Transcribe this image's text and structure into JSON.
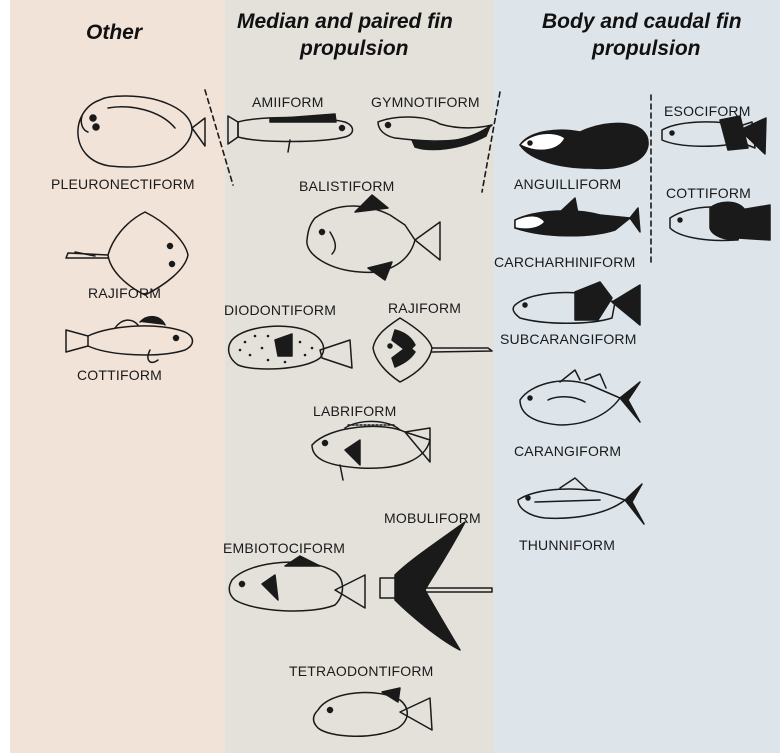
{
  "colors": {
    "other_bg": "#f2e3d8",
    "median_bg": "#e3e1da",
    "body_bg": "#dde5eb",
    "ink": "#1a1a1a"
  },
  "columns": {
    "other": {
      "title": "Other"
    },
    "median": {
      "title_line1": "Median and paired fin",
      "title_line2": "propulsion"
    },
    "body": {
      "title_line1": "Body and caudal fin",
      "title_line2": "propulsion"
    }
  },
  "labels": {
    "pleuronectiform": "PLEURONECTIFORM",
    "rajiform_other": "RAJIFORM",
    "cottiform_other": "COTTIFORM",
    "amiiform": "AMIIFORM",
    "gymnotiform": "GYMNOTIFORM",
    "balistiform": "BALISTIFORM",
    "diodontiform": "DIODONTIFORM",
    "rajiform_median": "RAJIFORM",
    "labriform": "LABRIFORM",
    "mobuliform": "MOBULIFORM",
    "embiotociform": "EMBIOTOCIFORM",
    "tetraodontiform": "TETRAODONTIFORM",
    "anguilliform": "ANGUILLIFORM",
    "esociform": "ESOCIFORM",
    "cottiform_body": "COTTIFORM",
    "carcharhiniform": "CARCHARHINIFORM",
    "subcarangiform": "SUBCARANGIFORM",
    "carangiform": "CARANGIFORM",
    "thunniform": "THUNNIFORM"
  }
}
